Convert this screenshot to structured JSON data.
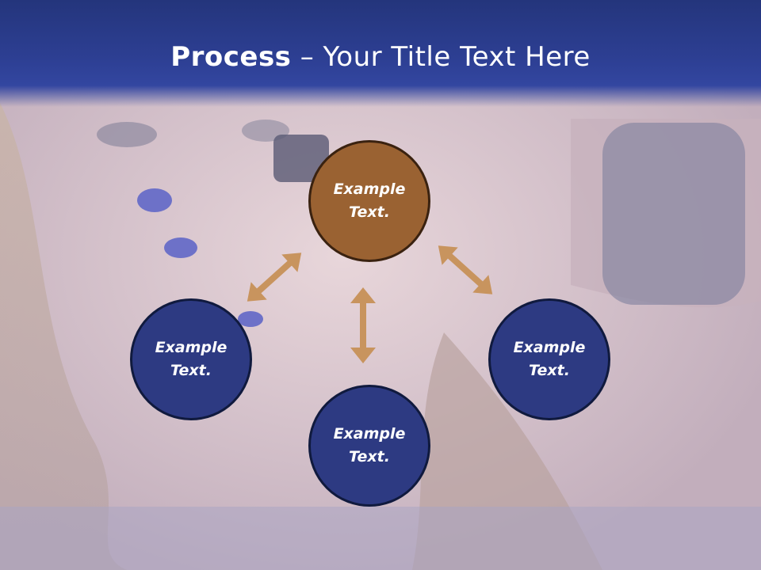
{
  "title": {
    "bold": "Process",
    "rest": " – Your Title Text Here"
  },
  "nodes": {
    "center": "Example Text.",
    "left": "Example Text.",
    "right": "Example Text.",
    "bottom": "Example Text."
  },
  "colors": {
    "header": "#2d3f93",
    "node_fill": "#2d3a82",
    "center_fill": "#9a6232",
    "arrow": "#c8945e"
  }
}
